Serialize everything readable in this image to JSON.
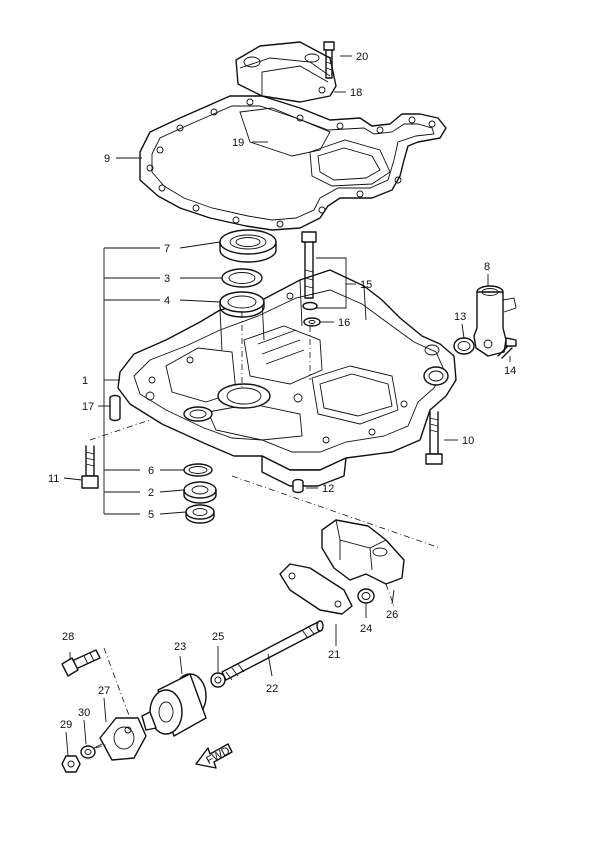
{
  "callouts": [
    {
      "id": "1",
      "text": "1"
    },
    {
      "id": "2",
      "text": "2"
    },
    {
      "id": "3",
      "text": "3"
    },
    {
      "id": "4",
      "text": "4"
    },
    {
      "id": "5",
      "text": "5"
    },
    {
      "id": "6",
      "text": "6"
    },
    {
      "id": "7",
      "text": "7"
    },
    {
      "id": "8",
      "text": "8"
    },
    {
      "id": "9",
      "text": "9"
    },
    {
      "id": "10",
      "text": "10"
    },
    {
      "id": "11",
      "text": "11"
    },
    {
      "id": "12",
      "text": "12"
    },
    {
      "id": "13",
      "text": "13"
    },
    {
      "id": "14",
      "text": "14"
    },
    {
      "id": "15",
      "text": "15"
    },
    {
      "id": "16",
      "text": "16"
    },
    {
      "id": "17",
      "text": "17"
    },
    {
      "id": "18",
      "text": "18"
    },
    {
      "id": "19",
      "text": "19"
    },
    {
      "id": "20",
      "text": "20"
    },
    {
      "id": "21",
      "text": "21"
    },
    {
      "id": "22",
      "text": "22"
    },
    {
      "id": "23",
      "text": "23"
    },
    {
      "id": "24",
      "text": "24"
    },
    {
      "id": "25",
      "text": "25"
    },
    {
      "id": "26",
      "text": "26"
    },
    {
      "id": "27",
      "text": "27"
    },
    {
      "id": "28",
      "text": "28"
    },
    {
      "id": "29",
      "text": "29"
    },
    {
      "id": "30",
      "text": "30"
    }
  ],
  "fwd_label": "FWD",
  "icons": [
    "fwd-arrow-icon"
  ]
}
